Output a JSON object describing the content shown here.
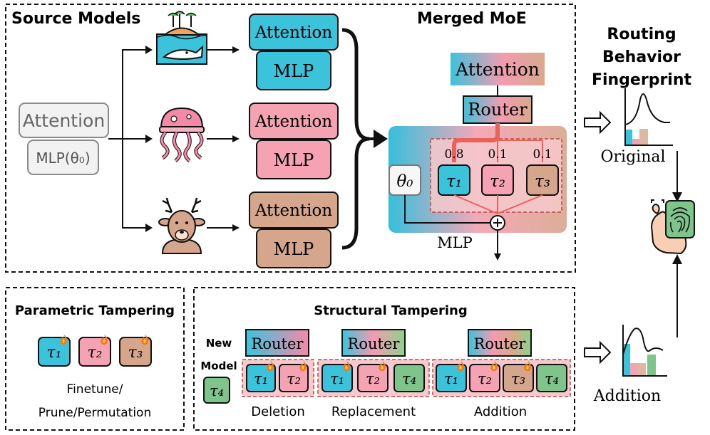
{
  "source_panel": {
    "title": "Source Models",
    "base_attention": "Attention",
    "base_mlp": "MLP(θ₀)",
    "models": [
      {
        "icon": "whale-island-icon",
        "attention": "Attention",
        "mlp": "MLP"
      },
      {
        "icon": "jellyfish-icon",
        "attention": "Attention",
        "mlp": "MLP"
      },
      {
        "icon": "deer-icon",
        "attention": "Attention",
        "mlp": "MLP"
      }
    ]
  },
  "merged_panel": {
    "title": "Merged MoE",
    "attention": "Attention",
    "router": "Router",
    "theta": "θ₀",
    "mlp_label": "MLP",
    "experts": [
      {
        "weight": "0.8",
        "label": "τ₁"
      },
      {
        "weight": "0.1",
        "label": "τ₂"
      },
      {
        "weight": "0.1",
        "label": "τ₃"
      }
    ]
  },
  "fingerprint_panel": {
    "title_lines": [
      "Routing",
      "Behavior",
      "Fingerprint"
    ],
    "original_label": "Original",
    "addition_label": "Addition"
  },
  "parametric_panel": {
    "title": "Parametric Tampering",
    "experts": [
      "τ₁",
      "τ₂",
      "τ₃"
    ],
    "caption_lines": [
      "Finetune/",
      "Prune/Permutation"
    ]
  },
  "structural_panel": {
    "title": "Structural Tampering",
    "new_model_lines": [
      "New",
      "Model"
    ],
    "new_expert": "τ₄",
    "router": "Router",
    "cases": [
      {
        "label": "Deletion",
        "experts": [
          "τ₁",
          "τ₂"
        ]
      },
      {
        "label": "Replacement",
        "experts": [
          "τ₁",
          "τ₂",
          "τ₄"
        ]
      },
      {
        "label": "Addition",
        "experts": [
          "τ₁",
          "τ₂",
          "τ₃",
          "τ₄"
        ]
      }
    ]
  },
  "colors": {
    "blue": "#3cc3dc",
    "pink": "#f5a3b3",
    "tan": "#d6a68c",
    "green": "#7fc48a",
    "red_connector": "#e8625a",
    "flame": "#f07a1f"
  }
}
